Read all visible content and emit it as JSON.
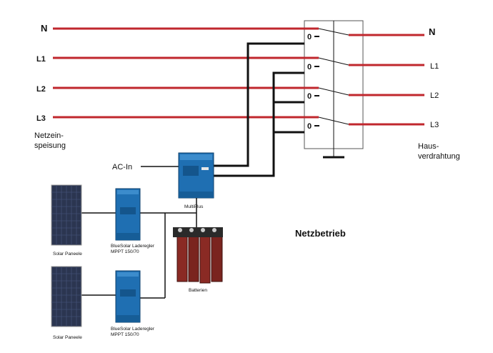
{
  "phases_left": [
    "N",
    "L1",
    "L2",
    "L3"
  ],
  "phases_right": [
    "N",
    "L1",
    "L2",
    "L3"
  ],
  "switch_states": [
    "0",
    "0",
    "0",
    "0"
  ],
  "labels": {
    "grid_feed_line1": "Netzein-",
    "grid_feed_line2": "speisung",
    "house_wiring_line1": "Haus-",
    "house_wiring_line2": "verdrahtung",
    "ac_in": "AC-In",
    "inverter": "MultiPlus",
    "batteries": "Batterien",
    "mode": "Netzbetrieb",
    "solar_panels_1": "Solar Paneele",
    "solar_panels_2": "Solar Paneele",
    "charge_controller_1_line1": "BlueSolar Laderegler",
    "charge_controller_1_line2": "MPPT 150/70",
    "charge_controller_2_line1": "BlueSolar Laderegler",
    "charge_controller_2_line2": "MPPT 150/70"
  },
  "colors": {
    "phase_line": "#c0272d",
    "wire": "#111111",
    "victron_blue": "#1f6fb2",
    "battery_body": "#8a2a24",
    "solar_panel": "#2b3550"
  }
}
